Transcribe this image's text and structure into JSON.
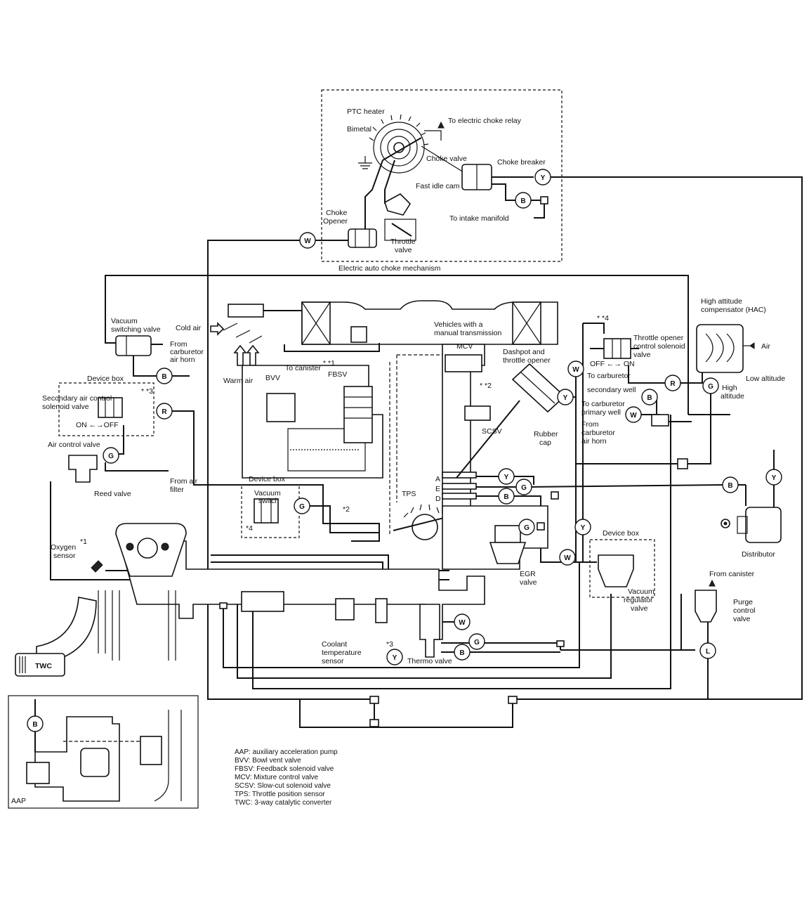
{
  "labels": {
    "ptc_heater": "PTC heater",
    "bimetal": "Bimetal",
    "to_electric_choke_relay": "To electric choke relay",
    "choke_valve": "Choke valve",
    "choke_breaker": "Choke breaker",
    "fast_idle_cam": "Fast idle cam",
    "choke_opener_1": "Choke",
    "choke_opener_2": "Opener",
    "to_intake_manifold": "To intake manifold",
    "throttle_valve_1": "Throttle",
    "throttle_valve_2": "valve",
    "electric_auto_choke": "Electric auto choke mechanism",
    "vacuum_switching_valve_1": "Vacuum",
    "vacuum_switching_valve_2": "switching valve",
    "cold_air": "Cold air",
    "from_carb_air_horn_1": "From",
    "from_carb_air_horn_2": "carburetor",
    "from_carb_air_horn_3": "air horn",
    "warm_air": "Warm air",
    "device_box_top_left": "Device box",
    "secondary_air_1": "Secondary air control",
    "secondary_air_2": "solenoid valve",
    "on_off_left": "ON ←→OFF",
    "note3_left": "* *3",
    "air_control_valve": "Air control valve",
    "reed_valve": "Reed valve",
    "from_air_filter_1": "From air",
    "from_air_filter_2": "filter",
    "to_canister": "To canister",
    "bvv": "BVV",
    "fbsv": "FBSV",
    "note1_top": "* *1",
    "vehicles_manual_1": "Vehicles with a",
    "vehicles_manual_2": "manual transmission",
    "mcv": "MCV",
    "note2_top": "* *2",
    "scsv": "SCSV",
    "dashpot_1": "Dashpot and",
    "dashpot_2": "throttle opener",
    "rubber_cap_1": "Rubber",
    "rubber_cap_2": "cap",
    "note4_top": "* *4",
    "throttle_opener_1": "Throttle opener",
    "throttle_opener_2": "control solenoid",
    "throttle_opener_3": "valve",
    "off_on_right": "OFF ←→ ON",
    "to_carb_secondary_1": "To carburetor",
    "to_carb_secondary_2": "secondary well",
    "to_carb_primary_1": "To carburetor",
    "to_carb_primary_2": "primary well",
    "from_carb_air_horn_r1": "From",
    "from_carb_air_horn_r2": "carburetor",
    "from_carb_air_horn_r3": "air horn",
    "hac_1": "High attitude",
    "hac_2": "compensator (HAC)",
    "air": "Air",
    "low_altitude": "Low altitude",
    "high_altitude_1": "High",
    "high_altitude_2": "altitude",
    "device_box_mid": "Device box",
    "vacuum_switch_1": "Vacuum",
    "vacuum_switch_2": "switch",
    "note4_mid": "*4",
    "note2_mid": "*2",
    "tps": "TPS",
    "port_a": "A",
    "port_e": "E",
    "port_d": "D",
    "oxygen_sensor_1": "Oxygen",
    "oxygen_sensor_2": "sensor",
    "note1_mid": "*1",
    "egr_valve_1": "EGR",
    "egr_valve_2": "valve",
    "device_box_right": "Device box",
    "vacuum_regulator_1": "Vacuum",
    "vacuum_regulator_2": "regulator",
    "vacuum_regulator_3": "valve",
    "distributor": "Distributor",
    "from_canister": "From canister",
    "purge_1": "Purge",
    "purge_2": "control",
    "purge_3": "valve",
    "coolant_1": "Coolant",
    "coolant_2": "temperature",
    "coolant_3": "sensor",
    "note3_bottom": "*3",
    "thermo_valve": "Thermo valve",
    "twc": "TWC",
    "aap": "AAP"
  },
  "hose_codes": {
    "w_choke": "W",
    "y_choke": "Y",
    "b_choke": "B",
    "b_vsv": "B",
    "r_sec": "R",
    "g_acv": "G",
    "g_vswitch": "G",
    "w_dash": "W",
    "y_dash": "Y",
    "r_r": "R",
    "b_r": "B",
    "w_r": "W",
    "g_hac": "G",
    "y_port": "Y",
    "g_port": "G",
    "b_port": "B",
    "g_egr": "G",
    "b_dist": "B",
    "y_dist": "Y",
    "y_vrv": "Y",
    "w_vrv": "W",
    "w_thermo": "W",
    "g_thermo": "G",
    "b_thermo": "B",
    "y_thermo": "Y",
    "l_purge": "L",
    "b_aap": "B"
  },
  "legend": [
    "AAP: auxiliary acceleration pump",
    "BVV: Bowl vent valve",
    "FBSV: Feedback solenoid valve",
    "MCV: Mixture control valve",
    "SCSV: Slow-cut solenoid valve",
    "TPS: Throttle position sensor",
    "TWC: 3-way catalytic converter"
  ]
}
